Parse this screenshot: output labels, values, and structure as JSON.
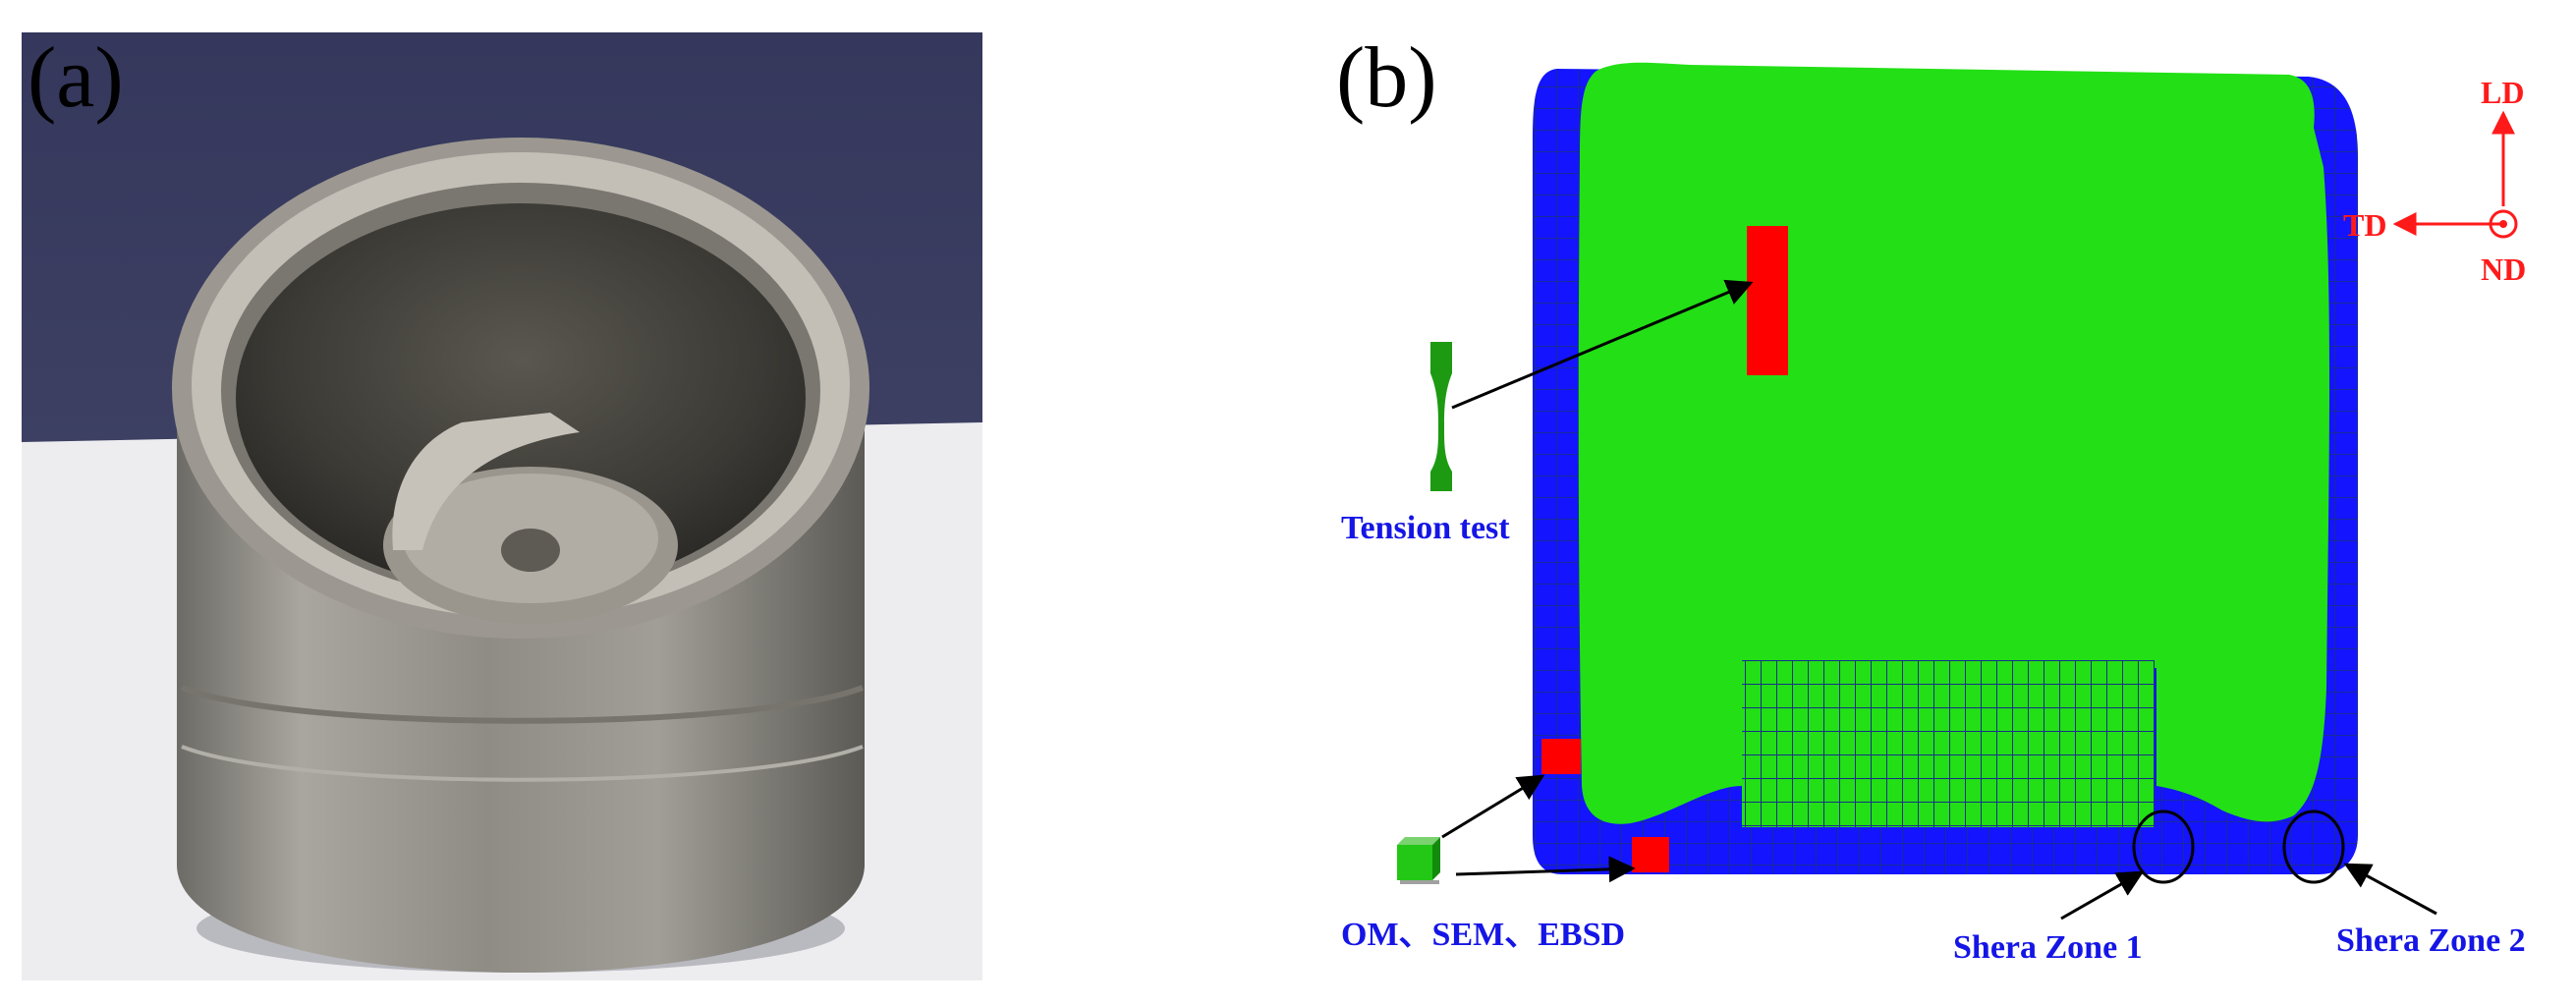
{
  "panel_a": {
    "label": "(a)"
  },
  "panel_b": {
    "label": "(b)",
    "callouts": {
      "tension_test": "Tension test",
      "microstructure": "OM、SEM、EBSD",
      "shear_zone_1": "Shera Zone 1",
      "shear_zone_2": "Shera Zone 2"
    },
    "axes": {
      "ld": "LD",
      "td": "TD",
      "nd": "ND"
    }
  },
  "colors": {
    "mesh_green": "#22e015",
    "mesh_blue": "#1414ff",
    "mesh_line": "#1a2f8a",
    "sample_red": "#ff0000",
    "callout_text": "#1515e6",
    "axis_red": "#ff1a1a",
    "photo_background": "#3b3e63",
    "table": "#ededf0",
    "metal": "#8a8780"
  },
  "icons": {
    "tensile_specimen": "dogbone-specimen-icon",
    "cube_sample": "cube-sample-icon"
  }
}
